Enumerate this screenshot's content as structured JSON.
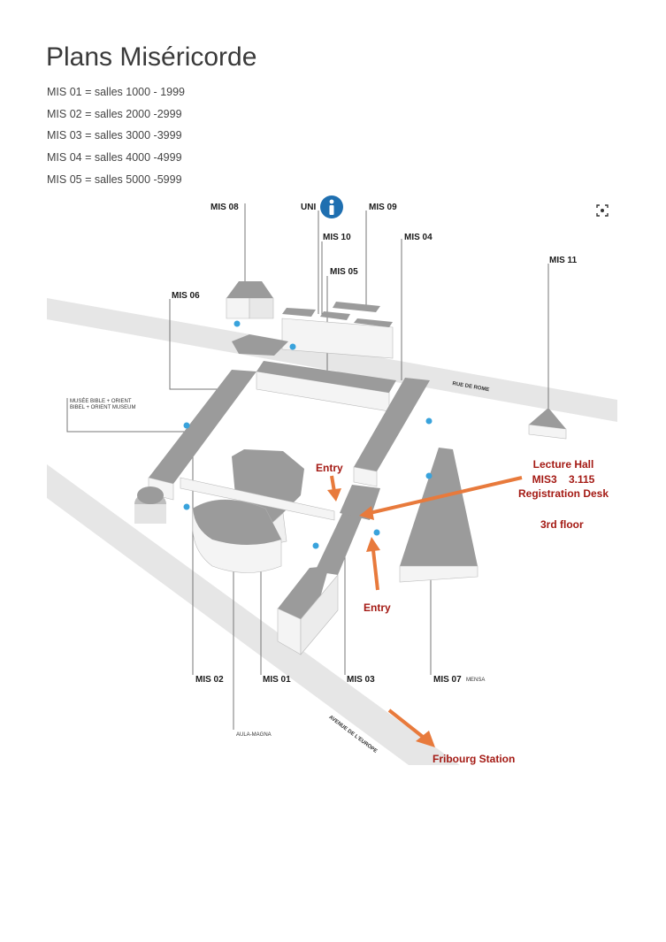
{
  "page": {
    "title": "Plans Miséricorde",
    "legend": [
      "MIS 01 = salles 1000 - 1999",
      "MIS 02 = salles 2000 -2999",
      "MIS 03 = salles 3000 -3999",
      "MIS 04 = salles 4000 -4999",
      "MIS 05 = salles 5000 -5999"
    ]
  },
  "map": {
    "labels": {
      "mis08": "MIS 08",
      "uni": "UNI",
      "mis09": "MIS 09",
      "mis10": "MIS 10",
      "mis04": "MIS 04",
      "mis05": "MIS 05",
      "mis11": "MIS 11",
      "mis06": "MIS 06",
      "mis02": "MIS 02",
      "mis01": "MIS 01",
      "mis03": "MIS 03",
      "mis07": "MIS 07",
      "mensa": "MENSA",
      "aula": "AULA-MAGNA",
      "museum_fr": "MUSÉE BIBLE + ORIENT",
      "museum_de": "BIBEL + ORIENT MUSEUM"
    },
    "streets": {
      "rome": "RUE DE ROME",
      "europe": "AVENUE DE L'EUROPE"
    },
    "annotations": {
      "entry_top": "Entry",
      "entry_bottom": "Entry",
      "lecture_hall": "Lecture Hall",
      "room": "MIS3    3.115",
      "registration": "Registration Desk",
      "floor": "3rd floor",
      "station": "Fribourg Station"
    },
    "colors": {
      "roof": "#9b9b9b",
      "wall": "#f4f4f4",
      "road": "#e6e6e6",
      "arrow": "#e87a3c",
      "annotation_text": "#a41a14",
      "info_icon": "#1f6fb0",
      "marker": "#39a3dc"
    },
    "icons": [
      "info-icon",
      "expand-icon",
      "location-marker-icon"
    ]
  }
}
